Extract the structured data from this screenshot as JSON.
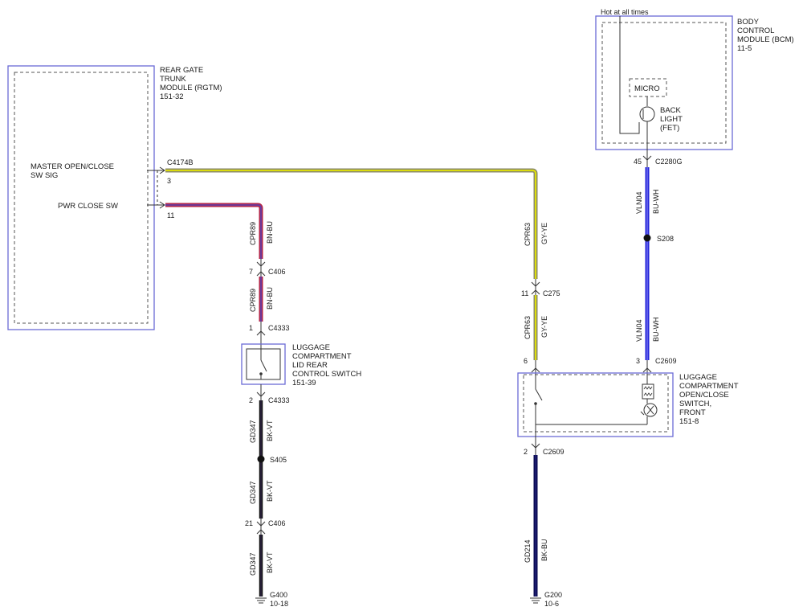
{
  "modules": {
    "rgtm": {
      "name_lines": [
        "REAR GATE",
        "TRUNK",
        "MODULE (RGTM)",
        "151-32"
      ]
    },
    "bcm": {
      "name_lines": [
        "BODY",
        "CONTROL",
        "MODULE (BCM)",
        "11-5"
      ],
      "hot_label": "Hot at all times",
      "micro_label": "MICRO",
      "backlight_lines": [
        "BACK",
        "LIGHT",
        "(FET)"
      ]
    },
    "lid_switch": {
      "name_lines": [
        "LUGGAGE",
        "COMPARTMENT",
        "LID REAR",
        "CONTROL SWITCH",
        "151-39"
      ]
    },
    "front_switch": {
      "name_lines": [
        "LUGGAGE",
        "COMPARTMENT",
        "OPEN/CLOSE",
        "SWITCH,",
        "FRONT",
        "151-8"
      ]
    }
  },
  "pins": {
    "master_sig": {
      "label_lines": [
        "MASTER OPEN/CLOSE",
        "SW SIG"
      ],
      "connector": "C4174B",
      "pin": "3"
    },
    "pwr_close": {
      "label": "PWR CLOSE SW",
      "pin": "11"
    }
  },
  "connectors": {
    "c406_top": {
      "pin": "7",
      "name": "C406"
    },
    "c4333_top": {
      "pin": "1",
      "name": "C4333"
    },
    "c4333_bot": {
      "pin": "2",
      "name": "C4333"
    },
    "s405": {
      "name": "S405"
    },
    "c406_bot": {
      "pin": "21",
      "name": "C406"
    },
    "g400": {
      "name": "G400",
      "ref": "10-18"
    },
    "c275": {
      "pin": "11",
      "name": "C275"
    },
    "c2609_top_left": {
      "pin": "6",
      "name": ""
    },
    "c2280g": {
      "pin": "45",
      "name": "C2280G"
    },
    "s208": {
      "name": "S208"
    },
    "c2609_top_right": {
      "pin": "3",
      "name": "C2609"
    },
    "c2609_bot": {
      "pin": "2",
      "name": "C2609"
    },
    "g200": {
      "name": "G200",
      "ref": "10-6"
    }
  },
  "wires": {
    "cpr89_a": {
      "circuit": "CPR89",
      "color": "BN-BU"
    },
    "cpr89_b": {
      "circuit": "CPR89",
      "color": "BN-BU"
    },
    "gd347_a": {
      "circuit": "GD347",
      "color": "BK-VT"
    },
    "gd347_b": {
      "circuit": "GD347",
      "color": "BK-VT"
    },
    "gd347_c": {
      "circuit": "GD347",
      "color": "BK-VT"
    },
    "cpr63_a": {
      "circuit": "CPR63",
      "color": "GY-YE"
    },
    "cpr63_b": {
      "circuit": "CPR63",
      "color": "GY-YE"
    },
    "vln04_a": {
      "circuit": "VLN04",
      "color": "BU-WH"
    },
    "vln04_b": {
      "circuit": "VLN04",
      "color": "BU-WH"
    },
    "gd214": {
      "circuit": "GD214",
      "color": "BK-BU"
    }
  },
  "colors": {
    "brown_blue_outer": "#b3264a",
    "brown_blue_inner": "#5a3fb0",
    "gray_yellow_outer": "#8a8a6a",
    "gray_yellow_inner": "#e6e600",
    "blue_white": "#2323d8",
    "black_violet": "#141414",
    "black_blue": "#0a0a52",
    "module_border": "#6b6bd6"
  }
}
